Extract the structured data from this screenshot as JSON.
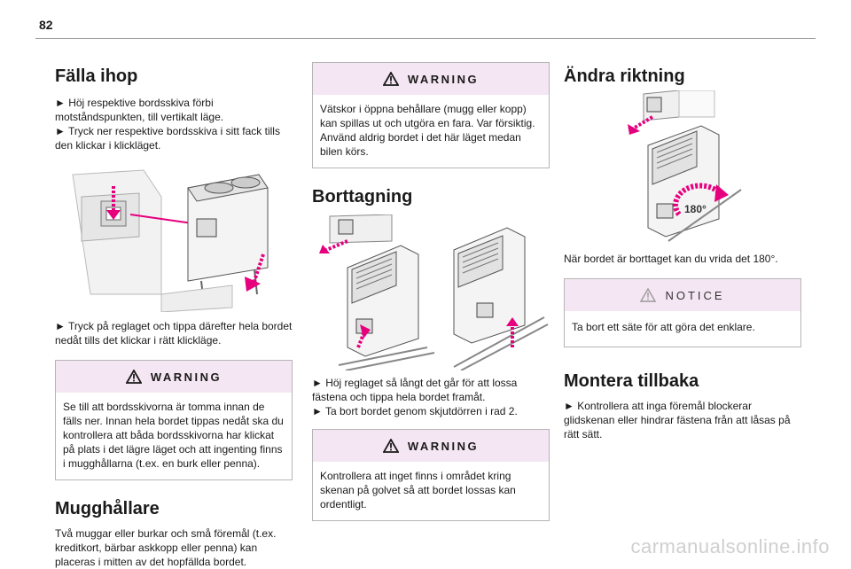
{
  "page": {
    "number": "82"
  },
  "col1": {
    "title": "Fälla ihop",
    "steps_a": [
      "► Höj respektive bordsskiva förbi motståndspunkten, till vertikalt läge.",
      "► Tryck ner respektive bordsskiva i sitt fack tills den klickar i klickläget."
    ],
    "step_b": "► Tryck på reglaget och tippa därefter hela bordet nedåt tills det klickar i rätt klickläge.",
    "warning": {
      "label": "WARNING",
      "text": "Se till att bordsskivorna är tomma innan de fälls ner. Innan hela bordet tippas nedåt ska du kontrollera att båda bordsskivorna har klickat på plats i det lägre läget och att ingenting finns i mugghållarna (t.ex. en burk eller penna)."
    },
    "section2_title": "Mugghållare",
    "section2_text": "Två muggar eller burkar och små föremål (t.ex. kreditkort, bärbar askkopp eller penna) kan placeras i mitten av det hopfällda bordet."
  },
  "col2": {
    "warning1": {
      "label": "WARNING",
      "text": "Vätskor i öppna behållare (mugg eller kopp) kan spillas ut och utgöra en fara. Var försiktig. Använd aldrig bordet i det här läget medan bilen körs."
    },
    "title": "Borttagning",
    "steps": [
      "► Höj reglaget så långt det går för att lossa fästena och tippa hela bordet framåt.",
      "► Ta bort bordet genom skjutdörren i rad 2."
    ],
    "warning2": {
      "label": "WARNING",
      "text": "Kontrollera att inget finns i området kring skenan på golvet så att bordet lossas kan ordentligt."
    }
  },
  "col3": {
    "title": "Ändra riktning",
    "rotation_label": "180°",
    "caption": "När bordet är borttaget kan du vrida det 180°.",
    "notice": {
      "label": "NOTICE",
      "text": "Ta bort ett säte för att göra det enklare."
    },
    "section2_title": "Montera tillbaka",
    "section2_text": "► Kontrollera att inga föremål blockerar glidskenan eller hindrar fästena från att låsas på rätt sätt."
  },
  "watermark": "carmanualsonline.info",
  "colors": {
    "accent": "#e6007e",
    "warning_bg": "#f5e6f3",
    "rule": "#9a9a9a"
  }
}
